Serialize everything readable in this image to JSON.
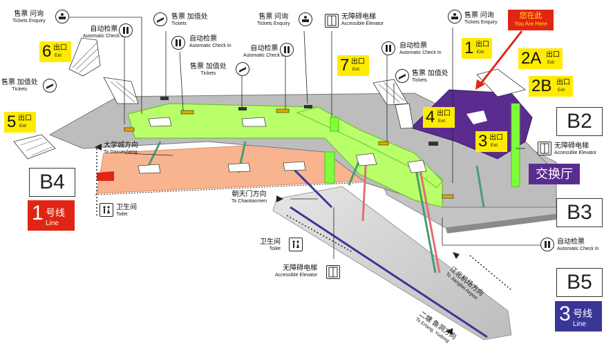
{
  "levels": {
    "b2": "B2",
    "b3": "B3",
    "b4": "B4",
    "b5": "B5"
  },
  "lines": {
    "line1": {
      "num": "1",
      "cn": "号线",
      "en": "Line",
      "color": "#e02514"
    },
    "line3": {
      "num": "3",
      "cn": "号线",
      "en": "Line",
      "color": "#3a3696"
    }
  },
  "transfer_hall": {
    "label": "交换厅",
    "color": "#5b2c8f"
  },
  "you_are_here": {
    "cn": "您在此",
    "en": "You Are Here",
    "color": "#e02514"
  },
  "exits": {
    "e1": {
      "num": "1",
      "cn": "出口",
      "en": "Exit"
    },
    "e2a": {
      "num": "2A",
      "cn": "出口",
      "en": "Exit"
    },
    "e2b": {
      "num": "2B",
      "cn": "出口",
      "en": "Exit"
    },
    "e3": {
      "num": "3",
      "cn": "出口",
      "en": "Exit"
    },
    "e4": {
      "num": "4",
      "cn": "出口",
      "en": "Exit"
    },
    "e5": {
      "num": "5",
      "cn": "出口",
      "en": "Exit"
    },
    "e6": {
      "num": "6",
      "cn": "出口",
      "en": "Exit"
    },
    "e7": {
      "num": "7",
      "cn": "出口",
      "en": "Exit"
    }
  },
  "facilities": {
    "tickets_enquiry_left": {
      "cn": "售票 问询",
      "en": "Tickets Enquiry"
    },
    "auto_checkin_top_left": {
      "cn": "自动检票",
      "en": "Automatic Check In"
    },
    "tickets_top_center": {
      "cn": "售票 加值处",
      "en": "Tickets"
    },
    "auto_checkin_center": {
      "cn": "自动检票",
      "en": "Automatic Check In"
    },
    "auto_checkin_center2": {
      "cn": "自动检票",
      "en": "Automatic Check In"
    },
    "tickets_center": {
      "cn": "售票 加值处",
      "en": "Tickets"
    },
    "tickets_enquiry_center": {
      "cn": "售票 问询",
      "en": "Tickets Enquiry"
    },
    "accessible_elevator_top": {
      "cn": "无障碍电梯",
      "en": "Accessible Elevator"
    },
    "auto_checkin_right_top": {
      "cn": "自动检票",
      "en": "Automatic Check In"
    },
    "tickets_right": {
      "cn": "售票 加值处",
      "en": "Tickets"
    },
    "tickets_enquiry_right": {
      "cn": "售票 问询",
      "en": "Tickets Enquiry"
    },
    "tickets_left": {
      "cn": "售票 加值处",
      "en": "Tickets"
    },
    "accessible_elevator_right": {
      "cn": "无障碍电梯",
      "en": "Accessible Elevator"
    },
    "auto_checkin_right_bottom": {
      "cn": "自动检票",
      "en": "Automatic Check In"
    },
    "toilet_b4": {
      "cn": "卫生间",
      "en": "Toilet"
    },
    "toilet_b5": {
      "cn": "卫生间",
      "en": "Toilet"
    },
    "accessible_elevator_b5": {
      "cn": "无障碍电梯",
      "en": "Accessible Elevator"
    }
  },
  "directions": {
    "daxuecheng": {
      "cn": "大学城方向",
      "en": "To Daxuecheng"
    },
    "chaotianmen": {
      "cn": "朝天门方向",
      "en": "To Chaotianmen"
    },
    "airport": {
      "cn": "江北机场方向",
      "en": "To Jiangbei Airport"
    },
    "erlang": {
      "cn": "二塘 鱼洞方向",
      "en": "To Ertang, Yudong"
    }
  },
  "colors": {
    "concourse_green": "#b8ff6a",
    "b4_platform": "#f7b48f",
    "grey_floor": "#bdbdbd",
    "exit_yellow": "#ffeb00",
    "line3_platform": "#cfcfcf"
  }
}
